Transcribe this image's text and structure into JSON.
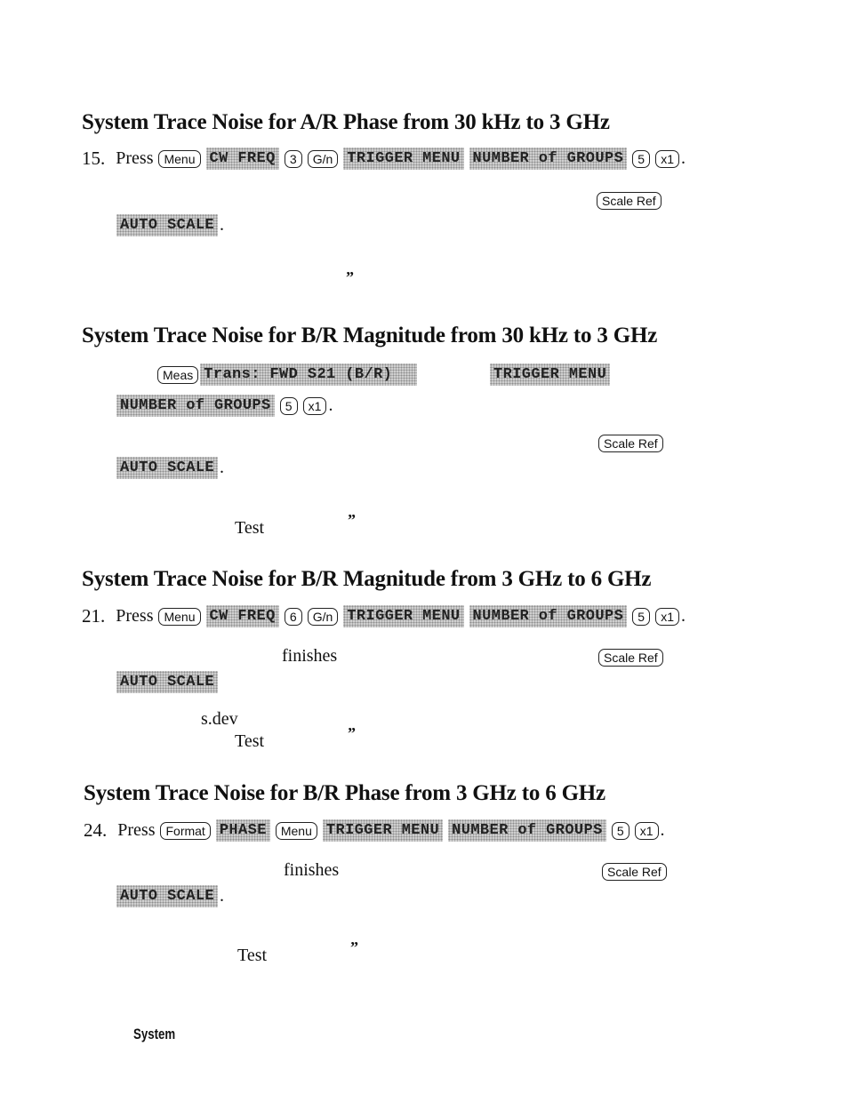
{
  "headings": {
    "h1": "System Trace Noise for A/R Phase from 30 kHz to 3 GHz",
    "h2": "System Trace Noise for B/R Magnitude from 30 kHz to 3 GHz",
    "h3": "System Trace Noise for B/R Magnitude from 3 GHz to 6 GHz",
    "h4": "System Trace Noise for B/R Phase from 3 GHz to 6 GHz"
  },
  "steps": {
    "s15": {
      "number": "15.",
      "press": "Press",
      "keys": {
        "menu": "Menu",
        "three": "3",
        "gn": "G/n",
        "five": "5",
        "x1": "x1",
        "scale_ref": "Scale Ref"
      },
      "softkeys": {
        "cw_freq": "CW FREQ",
        "trigger_menu": "TRIGGER MENU",
        "number_of_groups": "NUMBER of GROUPS",
        "auto_scale": "AUTO SCALE"
      },
      "period": ".",
      "quote": "”"
    },
    "s18": {
      "keys": {
        "meas": "Meas",
        "five": "5",
        "x1": "x1",
        "scale_ref": "Scale Ref"
      },
      "softkeys": {
        "trans": "Trans: FWD S21 (B/R)",
        "trigger_menu": "TRIGGER MENU",
        "number_of_groups": "NUMBER of GROUPS",
        "auto_scale": "AUTO SCALE"
      },
      "period": ".",
      "test_word": "Test",
      "quote": "”"
    },
    "s21": {
      "number": "21.",
      "press": "Press",
      "keys": {
        "menu": "Menu",
        "six": "6",
        "gn": "G/n",
        "five": "5",
        "x1": "x1",
        "scale_ref": "Scale Ref"
      },
      "softkeys": {
        "cw_freq": "CW FREQ",
        "trigger_menu": "TRIGGER MENU",
        "number_of_groups": "NUMBER of GROUPS",
        "auto_scale": "AUTO SCALE"
      },
      "period": ".",
      "finishes": "finishes",
      "sdev": "s.dev",
      "test_word": "Test",
      "quote": "”"
    },
    "s24": {
      "number": "24.",
      "press": "Press",
      "keys": {
        "format": "Format",
        "menu": "Menu",
        "five": "5",
        "x1": "x1",
        "scale_ref": "Scale Ref"
      },
      "softkeys": {
        "phase": "PHASE",
        "trigger_menu": "TRIGGER MENU",
        "number_of_groups": "NUMBER of GROUPS",
        "auto_scale": "AUTO SCALE"
      },
      "period": ".",
      "finishes": "finishes",
      "test_word": "Test",
      "quote": "”"
    }
  },
  "footer": {
    "label": "System"
  }
}
